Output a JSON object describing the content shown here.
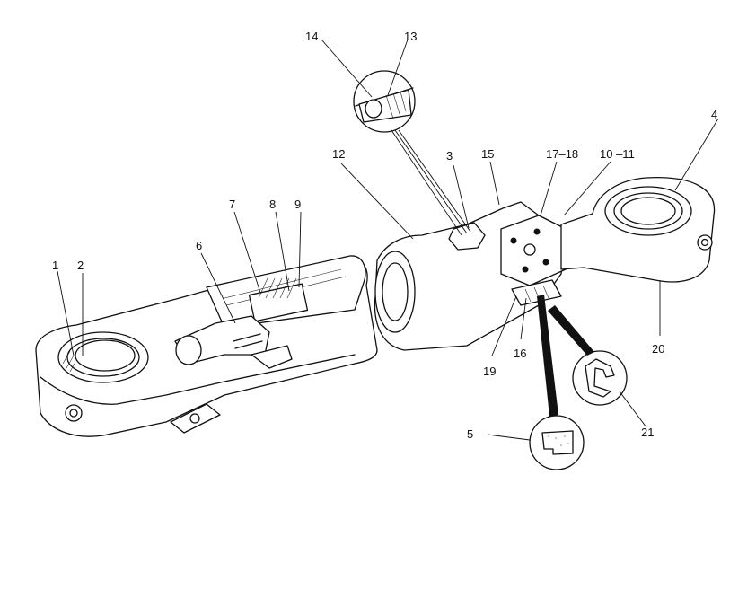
{
  "callouts": {
    "c1": "1",
    "c2": "2",
    "c3": "3",
    "c4": "4",
    "c5": "5",
    "c6": "6",
    "c7": "7",
    "c8": "8",
    "c9": "9",
    "c10_11": "10 –11",
    "c12": "12",
    "c13": "13",
    "c14": "14",
    "c15": "15",
    "c16": "16",
    "c17_18": "17–18",
    "c19": "19",
    "c20": "20",
    "c21": "21"
  }
}
